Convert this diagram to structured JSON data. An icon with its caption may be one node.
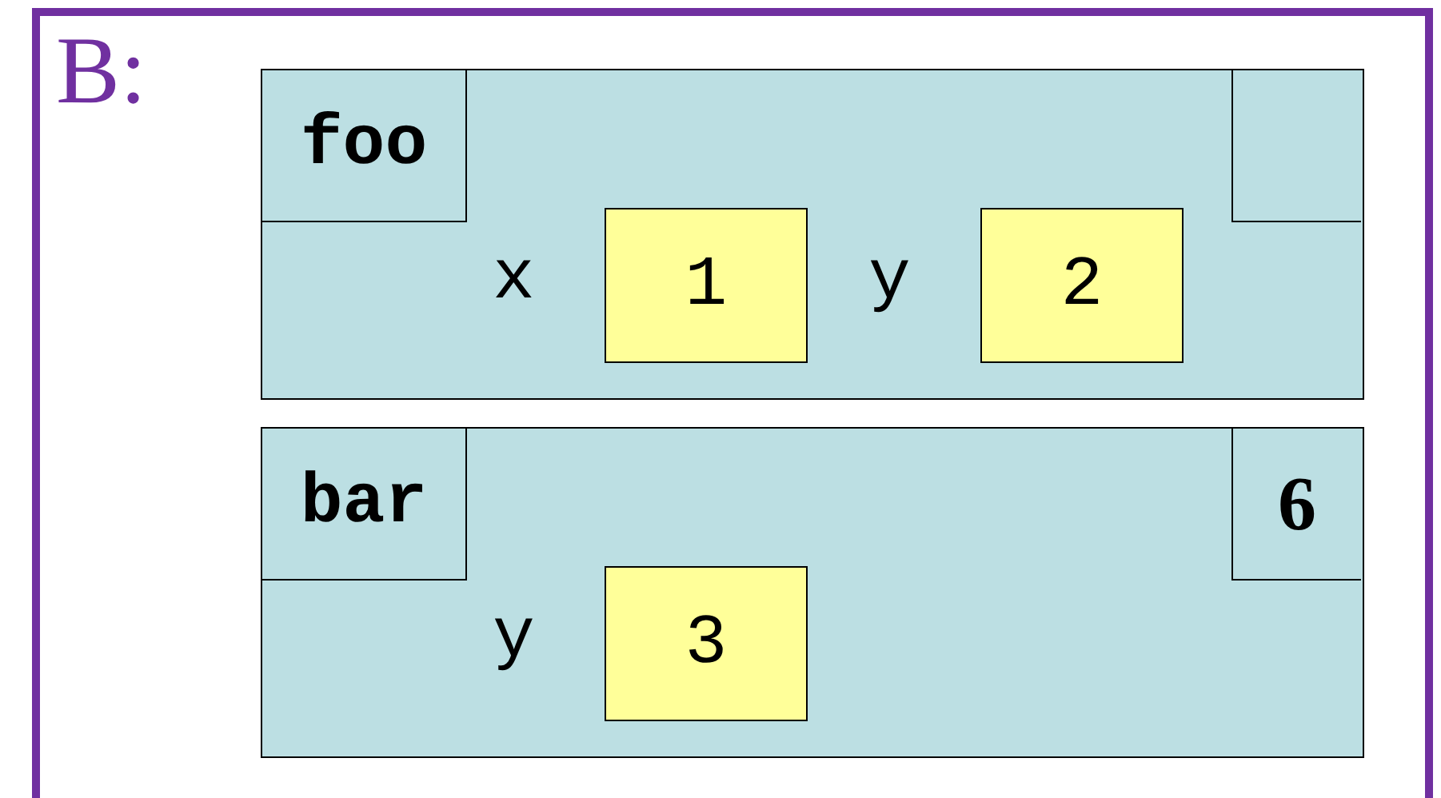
{
  "diagram": {
    "nodes": [
      {
        "text": [
          "B:"
        ]
      },
      {
        "text": [],
        "shape": "box",
        "in": 0
      },
      {
        "text": [
          "foo"
        ],
        "in": 1
      },
      {
        "text": [],
        "shape": "box",
        "in": 1
      },
      {
        "text": [
          "1"
        ],
        "beside": [
          "x"
        ],
        "in": 1
      },
      {
        "text": [
          "2"
        ],
        "beside": [
          "y"
        ],
        "in": 1
      },
      {
        "text": [],
        "shape": "box",
        "in": 0
      },
      {
        "text": [
          "bar"
        ],
        "in": 6
      },
      {
        "text": [
          "6"
        ],
        "in": 6
      },
      {
        "text": [
          "3"
        ],
        "beside": [
          "y"
        ],
        "in": 6
      }
    ]
  }
}
